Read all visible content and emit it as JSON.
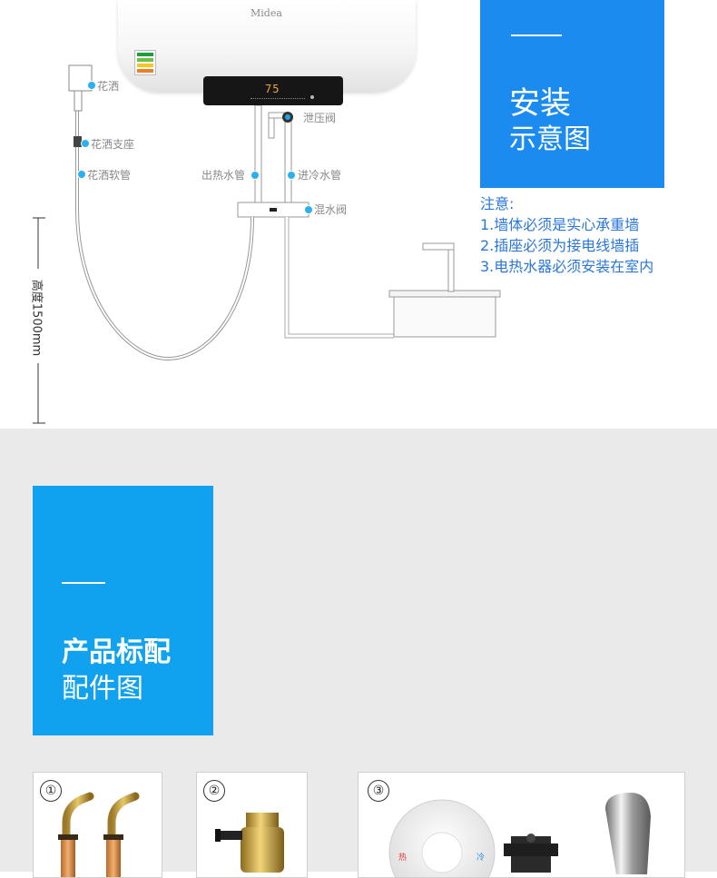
{
  "heater": {
    "brand": "Midea",
    "display_digits": "75"
  },
  "diagram_labels": {
    "shower_head": "花洒",
    "shower_holder": "花洒支座",
    "shower_hose": "花洒软管",
    "relief_valve": "泄压阀",
    "hot_outlet": "出热水管",
    "cold_inlet": "进冷水管",
    "mixing_valve": "混水阀",
    "height": "高度1500mm"
  },
  "install_block": {
    "title": "安装",
    "subtitle": "示意图"
  },
  "notes": {
    "heading": "注意:",
    "items": [
      "1.墙体必须是实心承重墙",
      "2.插座必须为接电线墙插",
      "3.电热水器必须安装在室内"
    ]
  },
  "accessory_block": {
    "title": "产品标配",
    "subtitle": "配件图"
  },
  "accessories": [
    {
      "number": "①"
    },
    {
      "number": "②"
    },
    {
      "number": "③"
    }
  ],
  "mixing_plate": {
    "hot": "热",
    "cold": "冷"
  },
  "colors": {
    "accent_blue": "#1c8bef",
    "accessory_blue": "#10a2ee",
    "note_blue": "#2a77d8",
    "label_dot": "#2bb0f0",
    "display_orange": "#f3a43a"
  }
}
